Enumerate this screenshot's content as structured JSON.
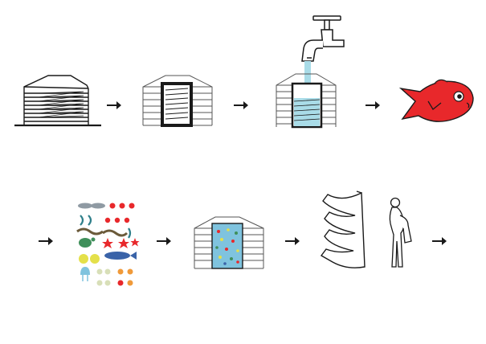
{
  "diagram": {
    "type": "process-sequence",
    "rows": [
      {
        "steps": [
          "building-section",
          "building-core-frame",
          "tap-filling-tank",
          "red-fish"
        ]
      },
      {
        "steps": [
          "marine-species-chart",
          "aquarium-building",
          "spiral-ramp-with-visitor"
        ]
      }
    ],
    "arrows": 7,
    "colors": {
      "line": "#1a1a1a",
      "water": "#a9dce8",
      "fish_red": "#e8282b",
      "tank_blue": "#7fc3de"
    }
  }
}
